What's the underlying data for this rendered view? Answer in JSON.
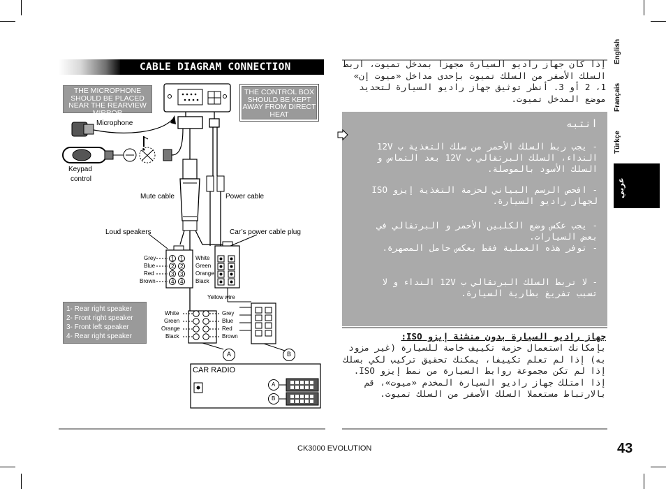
{
  "header": {
    "title": "CABLE DIAGRAM CONNECTION"
  },
  "notes": {
    "microphone": "THE MICROPHONE SHOULD BE PLACED NEAR THE REARVIEW MIRROR",
    "control_box": "THE CONTROL BOX SHOULD BE KEPT AWAY FROM DIRECT HEAT"
  },
  "diagram": {
    "microphone": "Microphone",
    "keypad": "Keypad",
    "keypad_line2": "control",
    "mute_cable": "Mute cable",
    "power_cable": "Power cable",
    "loud_speakers": "Loud speakers",
    "cars_power_plug": "Car’s power cable plug",
    "left_connector": {
      "colors": [
        "Grey",
        "Blue",
        "Red",
        "Brown"
      ],
      "pins": [
        "1",
        "2",
        "3",
        "4"
      ],
      "right_colors": [
        "White",
        "Green",
        "Orange",
        "Black"
      ]
    },
    "bottom_connector": {
      "colors": [
        "White",
        "Green",
        "Orange",
        "Black"
      ],
      "right_colors": [
        "Grey",
        "Blue",
        "Red",
        "Brown"
      ]
    },
    "yellow_wire": "Yellow wire",
    "speaker_list": [
      "1- Rear right speaker",
      "2- Front right speaker",
      "3- Front left speaker",
      "4- Rear right speaker"
    ],
    "label_a": "A",
    "label_b": "B",
    "car_radio": "CAR RADIO"
  },
  "arabic": {
    "intro": "إذا كان جهاز راديو السيارة مجهزا بمدخل تميوت، ‏اربط السلك الأصفر من السلك تميوت بإحدى مداخل «ميوت إن» 1، 2 أو 3. أنظر توثيق جهاز راديو السيارة لتحديد موضع المدخل تميوت.",
    "warning_title": "انتبه",
    "warnings": [
      "- يجب ربط السلك الأحمر من سلك التغذية ب 12V النداء، السلك البرتقالي ب 12V بعد التماس و السلك الأسود بالموصلة.",
      "- افحص الرسم البياني لحزمة التغذية إيزو ISO لجهاز راديو السيارة.",
      "- يجب عكس وضع الكلبين الأحمر و البرتقالي في بعض السيارات.",
      "- توفر هذه العملية فقط بعكس حامل المصهرة.",
      "- لا تربط السلك البرتقالي ب 12V النداء و لا تسبب تفريغ بطارية السيارة."
    ],
    "section2_title": "جهاز راديو السيارة بدون منشئة إيزو ISO:",
    "section2_body": "بإمكانك استعمال حزمة تكييف خاصة للسيارة (غير مزود به) إذا لم تعلم تكييفا، يمكنك تحقيق تركيب لكي بسلك إذا لم تكن مجموعة روابط السيارة من نمط إيزو ISO. إذا امتلك جهاز راديو السيارة المخدم «ميوت»، قم بالارتباط مستعملا السلك الأصفر من السلك تميوت."
  },
  "languages": {
    "english": "English",
    "francais": "Français",
    "turkce": "Türkçe",
    "arabic": "عربي"
  },
  "footer": {
    "product": "CK3000 EVOLUTION",
    "page_number": "43"
  }
}
